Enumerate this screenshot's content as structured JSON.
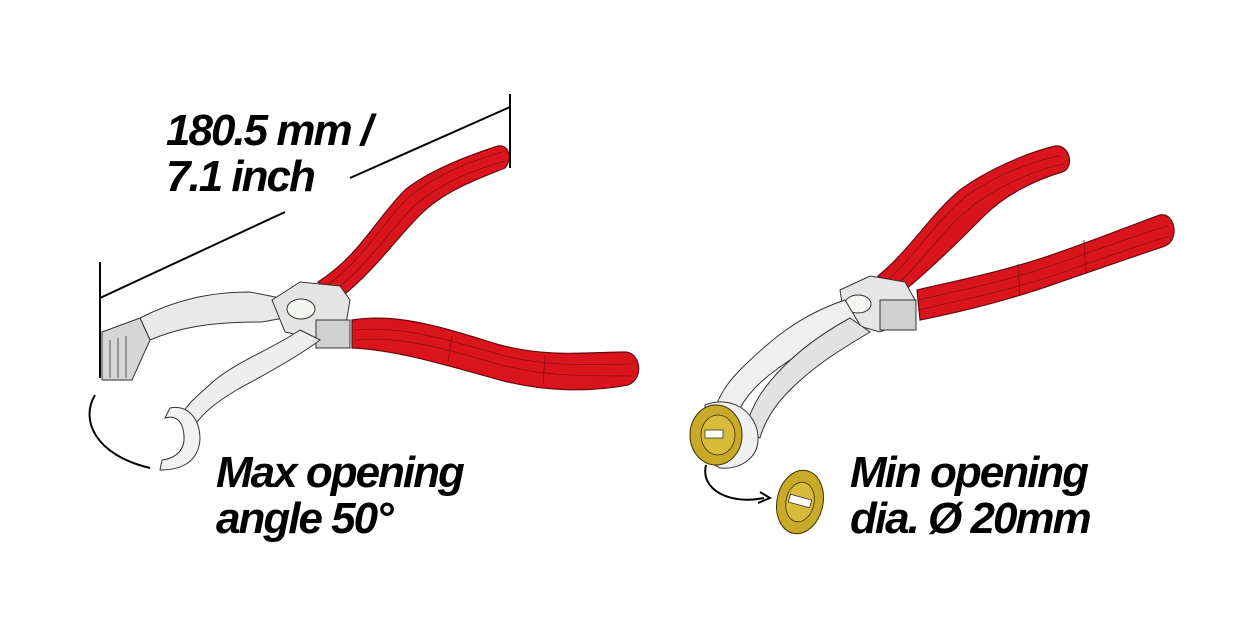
{
  "figure": {
    "colors": {
      "handle_red": "#d9141c",
      "handle_red_dark": "#b01017",
      "metal": "#e6e6e6",
      "metal_shade": "#c8c8c8",
      "washer_gold": "#c9a928",
      "outline": "#1a1a1a"
    },
    "left_tool": {
      "length_label_line1": "180.5 mm /",
      "length_label_line2": "7.1 inch",
      "opening_label_line1": "Max opening",
      "opening_label_line2": "angle 50°"
    },
    "right_tool": {
      "opening_label_line1": "Min opening",
      "opening_label_line2": "dia. Ø 20mm"
    }
  }
}
